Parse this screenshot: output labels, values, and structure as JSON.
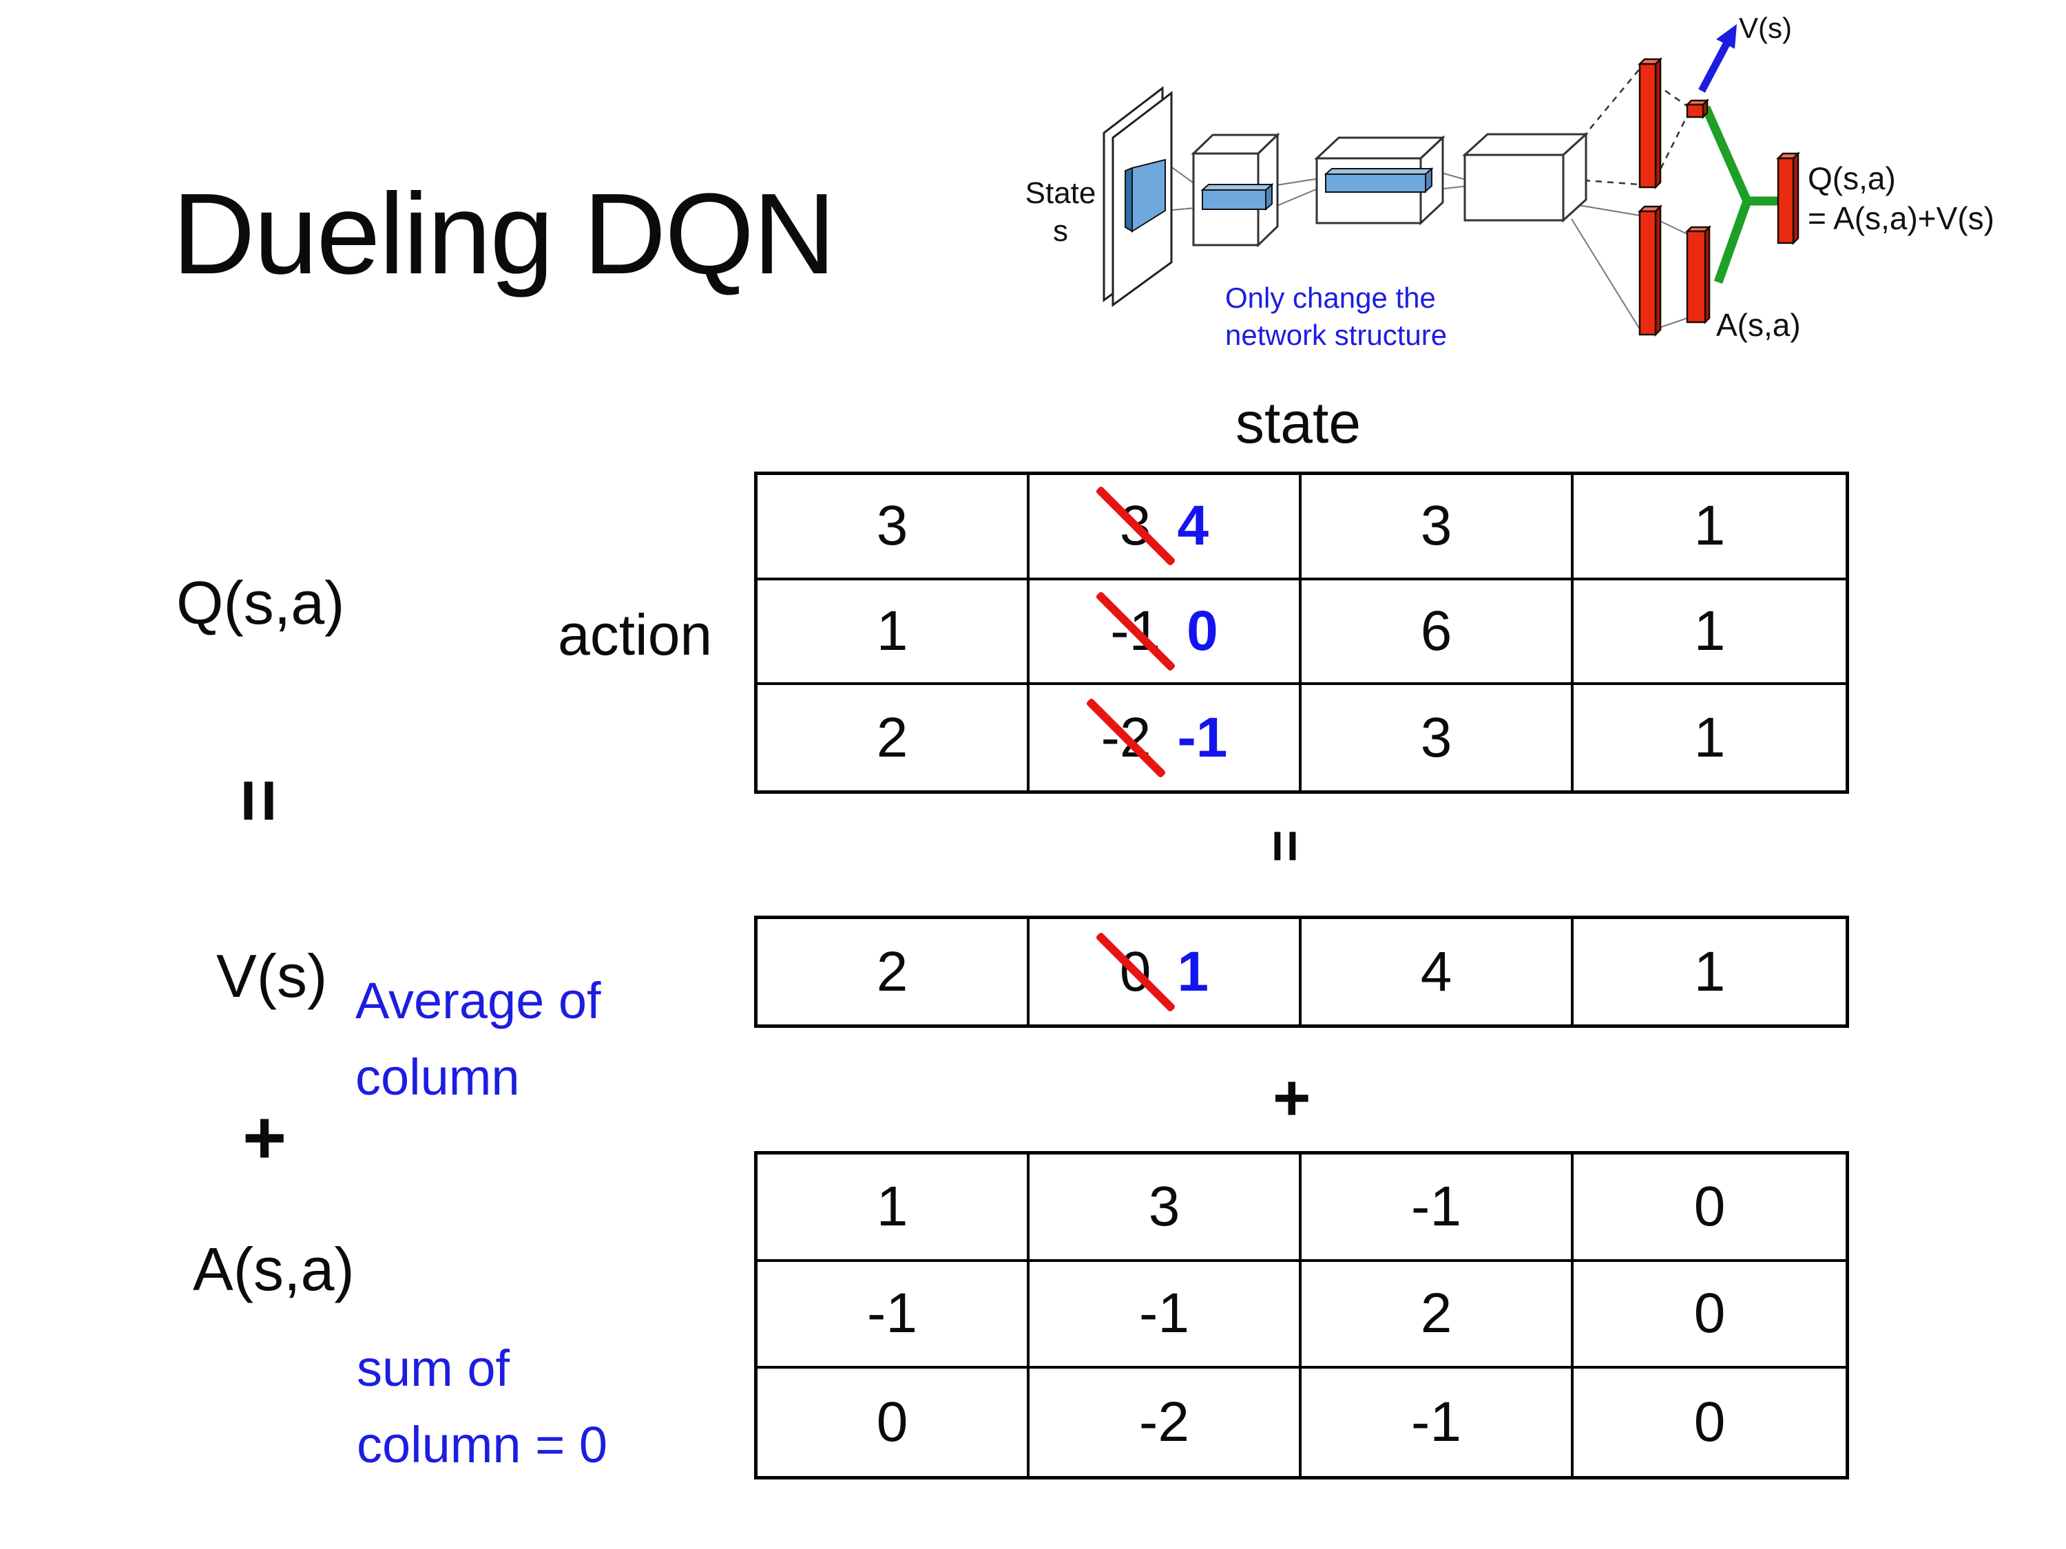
{
  "slide": {
    "title": "Dueling DQN"
  },
  "diagram": {
    "state_line1": "State",
    "state_line2": "s",
    "note_line1": "Only change the",
    "note_line2": "network structure",
    "v_out_label": "V(s)",
    "a_out_label": "A(s,a)",
    "q_out_line1": "Q(s,a)",
    "q_out_line2": "= A(s,a)+V(s)",
    "colors": {
      "bar_red": "#ea2b12",
      "bar_red_top": "#f2705a",
      "bar_red_side": "#a81c08",
      "conv_blue": "#6fa8dc",
      "link_green": "#1e9f26",
      "arrow_blue": "#1d1de0"
    }
  },
  "decomposition": {
    "q_label": "Q(s,a)",
    "equals_left": "=",
    "v_label": "V(s)",
    "plus_left": "+",
    "a_label": "A(s,a)",
    "avg_note_line1": "Average of",
    "avg_note_line2": "column",
    "sum_note_line1": "sum of",
    "sum_note_line2": "column = 0",
    "state_header": "state",
    "action_header": "action",
    "equals_mid": "=",
    "plus_mid": "+",
    "colors": {
      "note_blue": "#1d1de0",
      "value_blue": "#1414f0",
      "strike_red": "#e81414"
    }
  },
  "tables": {
    "q": {
      "rows": [
        {
          "c0": "3",
          "old": "3",
          "new": "4",
          "c2": "3",
          "c3": "1"
        },
        {
          "c0": "1",
          "old": "-1",
          "new": "0",
          "c2": "6",
          "c3": "1"
        },
        {
          "c0": "2",
          "old": "-2",
          "new": "-1",
          "c2": "3",
          "c3": "1"
        }
      ]
    },
    "v": {
      "c0": "2",
      "old": "0",
      "new": "1",
      "c2": "4",
      "c3": "1"
    },
    "a": {
      "rows": [
        [
          "1",
          "3",
          "-1",
          "0"
        ],
        [
          "-1",
          "-1",
          "2",
          "0"
        ],
        [
          "0",
          "-2",
          "-1",
          "0"
        ]
      ]
    }
  }
}
